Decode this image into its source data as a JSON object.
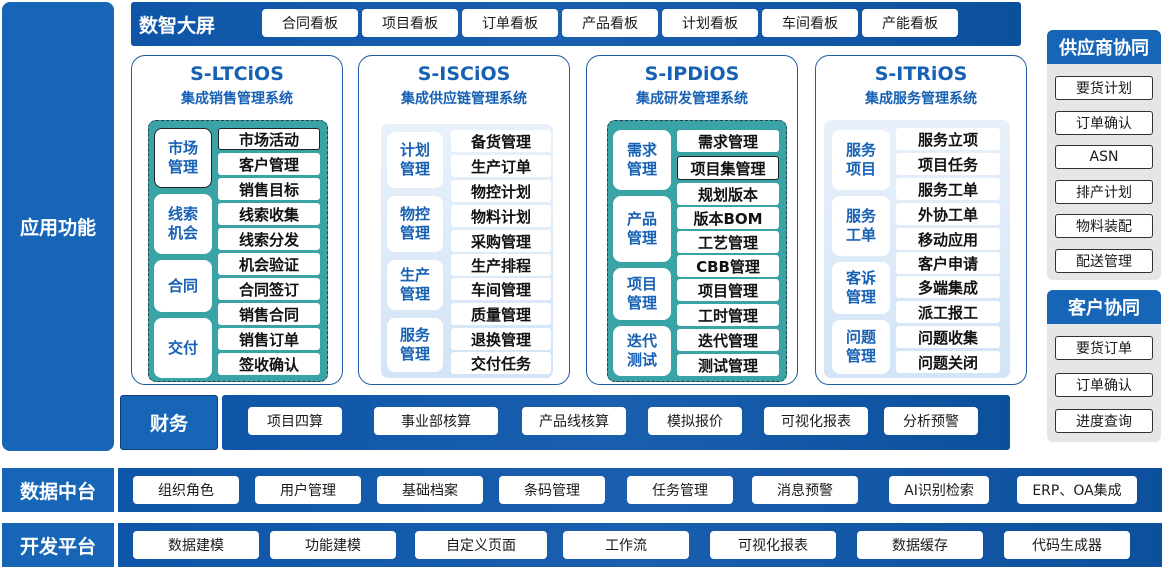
{
  "app_function_label": "应用功能",
  "top_bar": {
    "title": "数智大屏",
    "boards": [
      "合同看板",
      "项目看板",
      "订单看板",
      "产品看板",
      "计划看板",
      "车间看板",
      "产能看板"
    ]
  },
  "systems": [
    {
      "title": "S-LTCiOS",
      "subtitle": "集成销售管理系统",
      "categories": [
        "市场\n管理",
        "线索\n机会",
        "合同",
        "交付"
      ],
      "items": [
        "市场活动",
        "客户管理",
        "销售目标",
        "线索收集",
        "线索分发",
        "机会验证",
        "合同签订",
        "销售合同",
        "销售订单",
        "签收确认"
      ]
    },
    {
      "title": "S-ISCiOS",
      "subtitle": "集成供应链管理系统",
      "categories": [
        "计划\n管理",
        "物控\n管理",
        "生产\n管理",
        "服务\n管理"
      ],
      "items": [
        "备货管理",
        "生产订单",
        "物控计划",
        "物料计划",
        "采购管理",
        "生产排程",
        "车间管理",
        "质量管理",
        "退换管理",
        "交付任务"
      ]
    },
    {
      "title": "S-IPDiOS",
      "subtitle": "集成研发管理系统",
      "categories": [
        "需求\n管理",
        "产品\n管理",
        "项目\n管理",
        "迭代\n测试"
      ],
      "items": [
        "需求管理",
        "项目集管理",
        "规划版本",
        "版本BOM",
        "工艺管理",
        "CBB管理",
        "项目管理",
        "工时管理",
        "迭代管理",
        "测试管理"
      ]
    },
    {
      "title": "S-ITRiOS",
      "subtitle": "集成服务管理系统",
      "categories": [
        "服务\n项目",
        "服务\n工单",
        "客诉\n管理",
        "问题\n管理"
      ],
      "items": [
        "服务立项",
        "项目任务",
        "服务工单",
        "外协工单",
        "移动应用",
        "客户申请",
        "多端集成",
        "派工报工",
        "问题收集",
        "问题关闭"
      ]
    }
  ],
  "finance": {
    "label": "财务",
    "items": [
      "项目四算",
      "事业部核算",
      "产品线核算",
      "模拟报价",
      "可视化报表",
      "分析预警"
    ]
  },
  "supplier": {
    "title": "供应商协同",
    "items": [
      "要货计划",
      "订单确认",
      "ASN",
      "排产计划",
      "物料装配",
      "配送管理"
    ]
  },
  "customer": {
    "title": "客户协同",
    "items": [
      "要货订单",
      "订单确认",
      "进度查询"
    ]
  },
  "data_platform": {
    "label": "数据中台",
    "items": [
      "组织角色",
      "用户管理",
      "基础档案",
      "条码管理",
      "任务管理",
      "消息预警",
      "AI识别检索",
      "ERP、OA集成"
    ]
  },
  "dev_platform": {
    "label": "开发平台",
    "items": [
      "数据建模",
      "功能建模",
      "自定义页面",
      "工作流",
      "可视化报表",
      "数据缓存",
      "代码生成器"
    ]
  },
  "colors": {
    "primary_blue": "#1665b7",
    "teal": "#3aa3a6",
    "panel_border": "#1c5aa6"
  }
}
